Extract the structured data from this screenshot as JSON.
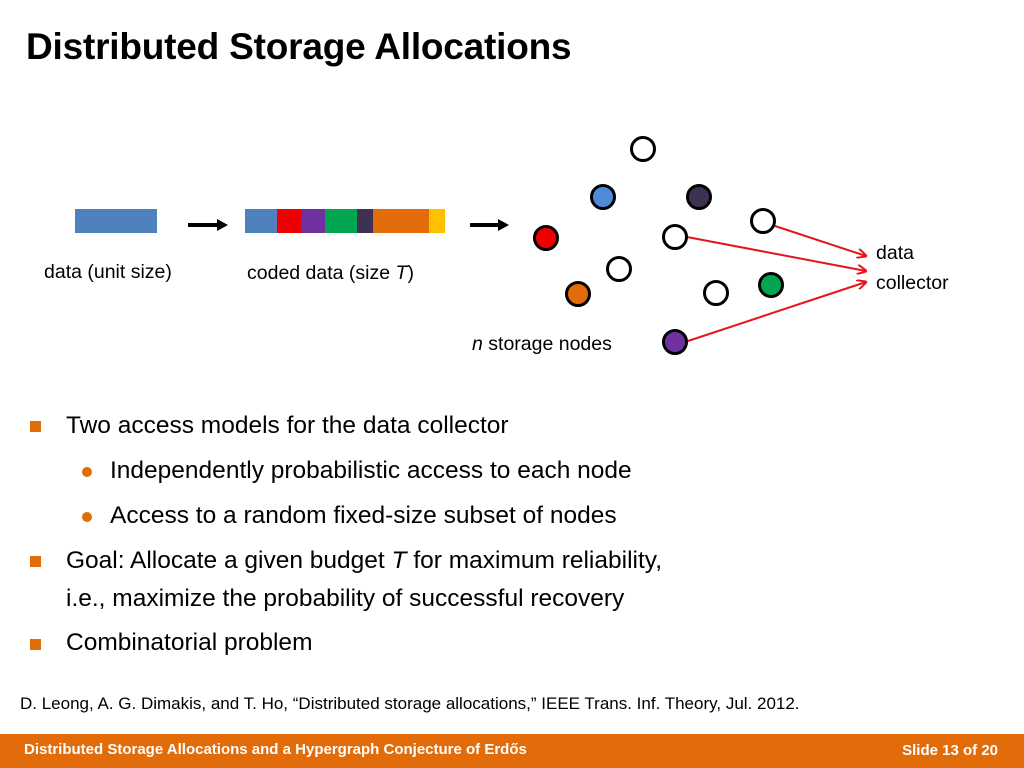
{
  "slide": {
    "title": "Distributed Storage Allocations"
  },
  "diagram": {
    "data_label": "data (unit size)",
    "coded_label_prefix": "coded data (size ",
    "coded_label_var": "T",
    "coded_label_suffix": ")",
    "nodes_label_var": "n",
    "nodes_label_suffix": " storage nodes",
    "collector_label_line1": "data",
    "collector_label_line2": "collector",
    "colors": {
      "data_block": "#4f81bd",
      "arrow_red": "#e3161b",
      "node_red": "#ee0000",
      "node_blue": "#4f8ad6",
      "node_dark_purple": "#3f3151",
      "node_orange": "#e26b0a",
      "node_green": "#00a651",
      "node_purple": "#7030a0",
      "node_empty": "#ffffff"
    },
    "coded_segment_colors": [
      "#4f81bd",
      "#ee0000",
      "#7030a0",
      "#00a651",
      "#3f3151",
      "#e26b0a",
      "#ffc000"
    ]
  },
  "bullets": {
    "b1": "Two access models for the data collector",
    "b1a": "Independently probabilistic access to each node",
    "b1b": "Access to a random fixed-size subset of nodes",
    "b2_prefix": "Goal: Allocate a given budget ",
    "b2_var": "T",
    "b2_suffix": " for maximum reliability,",
    "b2_line2": "i.e., maximize the probability of successful recovery",
    "b3": "Combinatorial problem"
  },
  "reference": "D. Leong, A. G. Dimakis, and T. Ho, “Distributed storage allocations,” IEEE Trans. Inf. Theory, Jul. 2012.",
  "footer": {
    "title": "Distributed Storage Allocations and a Hypergraph Conjecture of Erdős",
    "slide_prefix": "Slide ",
    "slide_current": "13",
    "slide_of": " of ",
    "slide_total": "20"
  },
  "theme": {
    "accent": "#e26b0a"
  }
}
